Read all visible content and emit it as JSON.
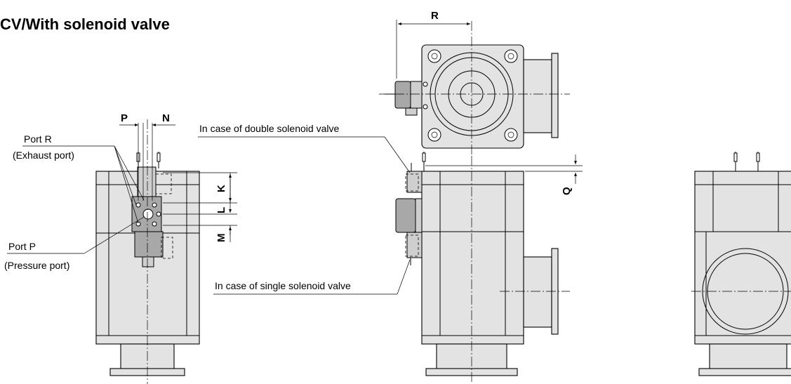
{
  "title": "CV/With solenoid valve",
  "labels": {
    "port_r": "Port R",
    "exhaust_port": "(Exhaust port)",
    "port_p": "Port P",
    "pressure_port": "(Pressure port)",
    "double_solenoid": "In case of double solenoid valve",
    "single_solenoid": "In case of single solenoid valve"
  },
  "dimensions": {
    "p": "P",
    "n": "N",
    "k": "K",
    "l": "L",
    "m": "M",
    "q": "Q",
    "r": "R"
  },
  "colors": {
    "body_fill": "#e3e3e3",
    "valve_fill": "#a8a8a8",
    "line": "#000000"
  }
}
